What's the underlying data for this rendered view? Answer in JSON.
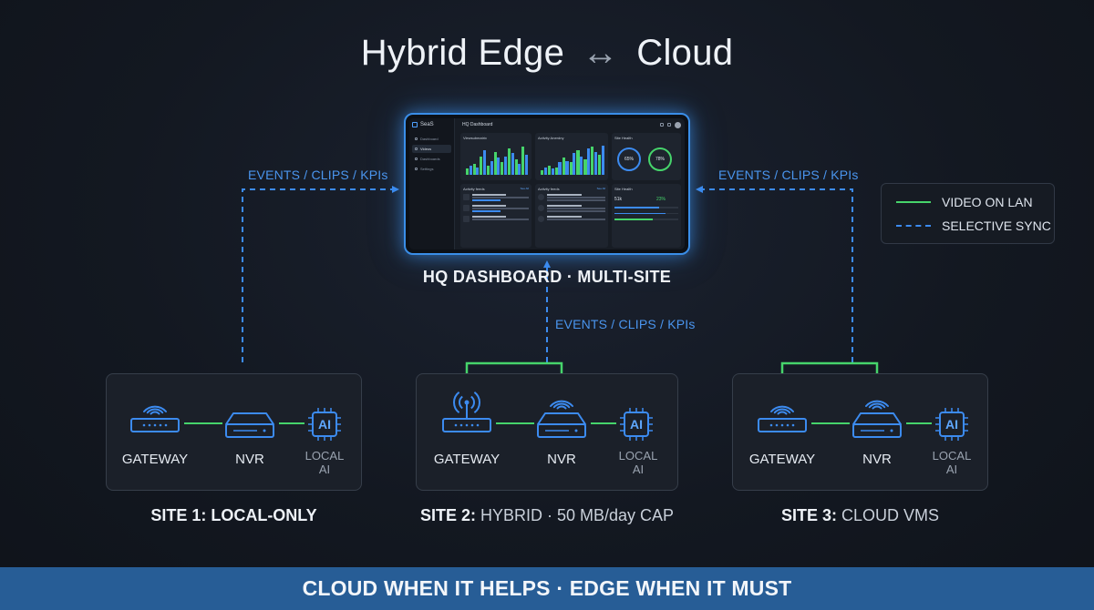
{
  "title": {
    "left": "Hybrid Edge",
    "arrow": "↔",
    "right": "Cloud"
  },
  "hq": {
    "label": "HQ DASHBOARD · MULTI-SITE",
    "brand": "SeaS",
    "header": "HQ Dashboard",
    "nav": [
      "Dashboard",
      "Videos",
      "Dashboards",
      "Settings"
    ],
    "panels": {
      "p1": "Viewsubmatrix",
      "p2": "Activity Anerdny",
      "p3": "Site Health",
      "p4": "Activity feeds",
      "p5": "Activity feeds",
      "p6": "Site Health"
    },
    "rings": [
      "65%",
      "78%"
    ],
    "stats": [
      "51k",
      "23%"
    ],
    "see_all": "See All"
  },
  "flows": {
    "left": "EVENTS / CLIPS / KPIs",
    "right": "EVENTS / CLIPS / KPIs",
    "center": "EVENTS / CLIPS / KPIs"
  },
  "legend": {
    "solid": "VIDEO ON LAN",
    "dashed": "SELECTIVE SYNC",
    "colors": {
      "lan": "#46d46b",
      "sync": "#3c8bf0"
    }
  },
  "sites": [
    {
      "label": "SITE 1: LOCAL-ONLY",
      "label_soft": "",
      "devices": [
        "GATEWAY",
        "NVR"
      ],
      "ai": [
        "LOCAL",
        "AI"
      ]
    },
    {
      "label": "SITE 2:",
      "label_soft": "HYBRID · 50 MB/day CAP",
      "devices": [
        "GATEWAY",
        "NVR"
      ],
      "ai": [
        "LOCAL",
        "AI"
      ]
    },
    {
      "label": "SITE 3:",
      "label_soft": "CLOUD VMS",
      "devices": [
        "GATEWAY",
        "NVR"
      ],
      "ai": [
        "LOCAL",
        "AI"
      ]
    }
  ],
  "ai_chip_text": "AI",
  "footer": "CLOUD WHEN IT HELPS · EDGE WHEN IT MUST"
}
